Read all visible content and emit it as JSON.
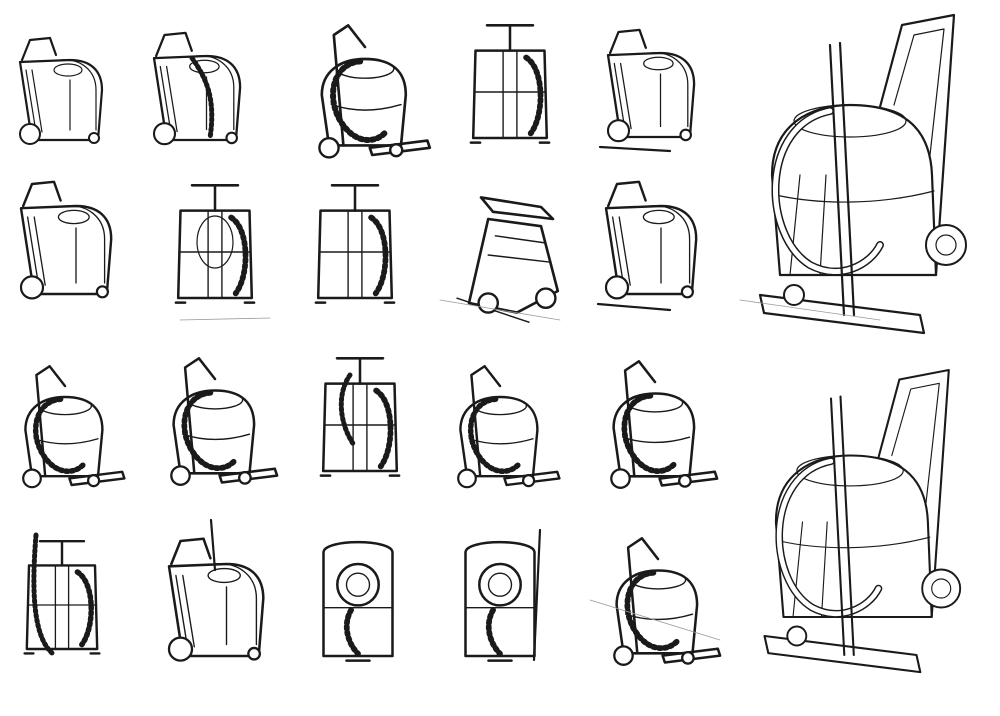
{
  "sheet": {
    "background": "#ffffff",
    "ink": "#1a1a1a",
    "sketches": [
      {
        "id": "r1c1",
        "variant": "extractor"
      },
      {
        "id": "r1c2",
        "variant": "backpack-cart"
      },
      {
        "id": "r1c3",
        "variant": "hose-cart"
      },
      {
        "id": "r1c4",
        "variant": "t-handle"
      },
      {
        "id": "r1c5",
        "variant": "extractor-squeegee"
      },
      {
        "id": "r2c1",
        "variant": "extractor"
      },
      {
        "id": "r2c2",
        "variant": "t-handle-tank"
      },
      {
        "id": "r2c3",
        "variant": "t-handle-box"
      },
      {
        "id": "r2c4",
        "variant": "walk-behind"
      },
      {
        "id": "r2c5",
        "variant": "extractor-squeegee"
      },
      {
        "id": "r3c1",
        "variant": "hose-cart"
      },
      {
        "id": "r3c2",
        "variant": "hose-cart"
      },
      {
        "id": "r3c3",
        "variant": "upright-hose"
      },
      {
        "id": "r3c4",
        "variant": "tank-hose"
      },
      {
        "id": "r3c5",
        "variant": "hose-cart"
      },
      {
        "id": "r4c1",
        "variant": "t-handle-hose"
      },
      {
        "id": "r4c2",
        "variant": "wand-cart"
      },
      {
        "id": "r4c3",
        "variant": "round-front"
      },
      {
        "id": "r4c4",
        "variant": "round-front-wand"
      },
      {
        "id": "r4c5",
        "variant": "hose-cart"
      }
    ],
    "hero_sketches": [
      {
        "id": "hero-top",
        "variant": "large-hose-cart"
      },
      {
        "id": "hero-bottom",
        "variant": "large-hose-cart"
      }
    ]
  }
}
